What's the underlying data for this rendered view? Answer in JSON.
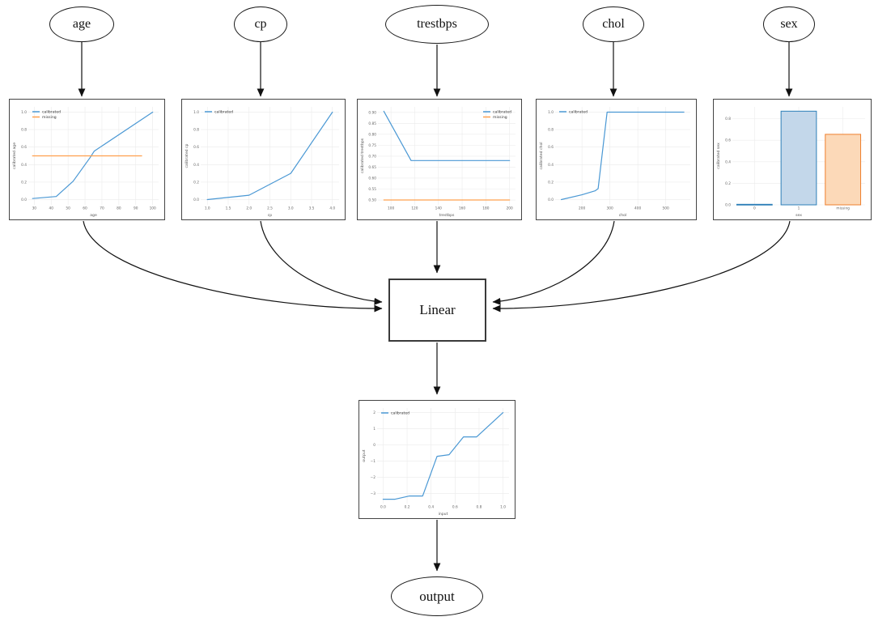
{
  "diagram": {
    "nodes": {
      "age": {
        "label": "age"
      },
      "cp": {
        "label": "cp"
      },
      "trestbps": {
        "label": "trestbps"
      },
      "chol": {
        "label": "chol"
      },
      "sex": {
        "label": "sex"
      },
      "linear": {
        "label": "Linear"
      },
      "output": {
        "label": "output"
      }
    },
    "edges": [
      {
        "from": "age",
        "to": "age-calibrator"
      },
      {
        "from": "cp",
        "to": "cp-calibrator"
      },
      {
        "from": "trestbps",
        "to": "trestbps-calibrator"
      },
      {
        "from": "chol",
        "to": "chol-calibrator"
      },
      {
        "from": "sex",
        "to": "sex-calibrator"
      },
      {
        "from": "age-calibrator",
        "to": "linear"
      },
      {
        "from": "cp-calibrator",
        "to": "linear"
      },
      {
        "from": "trestbps-calibrator",
        "to": "linear"
      },
      {
        "from": "chol-calibrator",
        "to": "linear"
      },
      {
        "from": "sex-calibrator",
        "to": "linear"
      },
      {
        "from": "linear",
        "to": "output-calibrator"
      },
      {
        "from": "output-calibrator",
        "to": "output"
      }
    ]
  },
  "colors": {
    "calibrated_line": "#4a98d4",
    "missing_line": "#ffa04e",
    "bar_blue_fill": "#c3d7ea",
    "bar_blue_edge": "#2e7fb8",
    "bar_orange_fill": "#fcd9b8",
    "bar_orange_edge": "#ee7f2d",
    "edge_stroke": "#111111",
    "grid": "#ebebeb",
    "tick_text": "#666666",
    "label_text": "#555555"
  },
  "chart_data": [
    {
      "id": "age-calibrator",
      "type": "line",
      "xlabel": "age",
      "ylabel": "calibrated age",
      "xlim": [
        26.5,
        103.5
      ],
      "ylim": [
        -0.06,
        1.06
      ],
      "xticks": [
        "30",
        "40",
        "50",
        "60",
        "70",
        "80",
        "90",
        "100"
      ],
      "yticks": [
        "0.0",
        "0.2",
        "0.4",
        "0.6",
        "0.8",
        "1.0"
      ],
      "legend": "top-left",
      "series": [
        {
          "name": "calibrated",
          "color": "#4a98d4",
          "x": [
            29,
            43,
            53,
            63,
            65.5,
            100
          ],
          "y": [
            0.012,
            0.035,
            0.21,
            0.48,
            0.555,
            1.0
          ]
        },
        {
          "name": "missing",
          "color": "#ffa04e",
          "x": [
            29,
            93.5
          ],
          "y": [
            0.5,
            0.5
          ]
        }
      ]
    },
    {
      "id": "cp-calibrator",
      "type": "line",
      "xlabel": "cp",
      "ylabel": "calibrated cp",
      "xlim": [
        0.84,
        4.16
      ],
      "ylim": [
        -0.06,
        1.06
      ],
      "xticks": [
        "1.0",
        "1.5",
        "2.0",
        "2.5",
        "3.0",
        "3.5",
        "4.0"
      ],
      "yticks": [
        "0.0",
        "0.2",
        "0.4",
        "0.6",
        "0.8",
        "1.0"
      ],
      "legend": "top-left",
      "series": [
        {
          "name": "calibrated",
          "color": "#4a98d4",
          "x": [
            1.0,
            2.0,
            3.0,
            4.0
          ],
          "y": [
            0.0,
            0.05,
            0.3,
            1.0
          ]
        }
      ]
    },
    {
      "id": "trestbps-calibrator",
      "type": "line",
      "mleft": 23,
      "xlabel": "trestbps",
      "ylabel": "calibrated trestbps",
      "xlim": [
        89,
        205
      ],
      "ylim": [
        0.478,
        0.925
      ],
      "xticks": [
        "100",
        "120",
        "140",
        "160",
        "180",
        "200"
      ],
      "yticks": [
        "0.50",
        "0.55",
        "0.60",
        "0.65",
        "0.70",
        "0.75",
        "0.80",
        "0.85",
        "0.90"
      ],
      "legend": "top-right",
      "series": [
        {
          "name": "calibrated",
          "color": "#4a98d4",
          "x": [
            94,
            117,
            200
          ],
          "y": [
            0.905,
            0.68,
            0.68
          ]
        },
        {
          "name": "missing",
          "color": "#ffa04e",
          "x": [
            94,
            200
          ],
          "y": [
            0.5,
            0.5
          ]
        }
      ]
    },
    {
      "id": "chol-calibrator",
      "type": "line",
      "xlabel": "chol",
      "ylabel": "calibrated chol",
      "xlim": [
        104,
        588
      ],
      "ylim": [
        -0.06,
        1.06
      ],
      "xticks": [
        "200",
        "300",
        "400",
        "500"
      ],
      "yticks": [
        "0.0",
        "0.2",
        "0.4",
        "0.6",
        "0.8",
        "1.0"
      ],
      "legend": "top-left",
      "series": [
        {
          "name": "calibrated",
          "color": "#4a98d4",
          "x": [
            126,
            200,
            247,
            258,
            290,
            565
          ],
          "y": [
            0.0,
            0.055,
            0.1,
            0.125,
            1.0,
            1.0
          ]
        }
      ]
    },
    {
      "id": "sex-calibrator",
      "type": "bar",
      "xlabel": "sex",
      "ylabel": "calibrated sex",
      "ylim": [
        0,
        0.91
      ],
      "categories": [
        "0",
        "1",
        "missing"
      ],
      "values": [
        0.005,
        0.87,
        0.655
      ],
      "yticks": [
        "0.0",
        "0.2",
        "0.4",
        "0.6",
        "0.8"
      ],
      "legend": null,
      "bar_styles": [
        {
          "fill": "#c3d7ea",
          "edge": "#2e7fb8"
        },
        {
          "fill": "#c3d7ea",
          "edge": "#2e7fb8"
        },
        {
          "fill": "#fcd9b8",
          "edge": "#ee7f2d"
        }
      ]
    },
    {
      "id": "output-calibrator",
      "type": "line",
      "mleft": 20,
      "xlabel": "input",
      "ylabel": "output",
      "xlim": [
        -0.05,
        1.05
      ],
      "ylim": [
        -3.62,
        2.28
      ],
      "xticks": [
        "0.0",
        "0.2",
        "0.4",
        "0.6",
        "0.8",
        "1.0"
      ],
      "yticks": [
        "−3",
        "−2",
        "−1",
        "0",
        "1",
        "2"
      ],
      "legend": "top-left",
      "series": [
        {
          "name": "calibrated",
          "color": "#4a98d4",
          "x": [
            0.0,
            0.1,
            0.22,
            0.33,
            0.45,
            0.55,
            0.67,
            0.78,
            1.0
          ],
          "y": [
            -3.35,
            -3.35,
            -3.15,
            -3.15,
            -0.7,
            -0.6,
            0.5,
            0.5,
            2.0
          ]
        }
      ]
    }
  ]
}
